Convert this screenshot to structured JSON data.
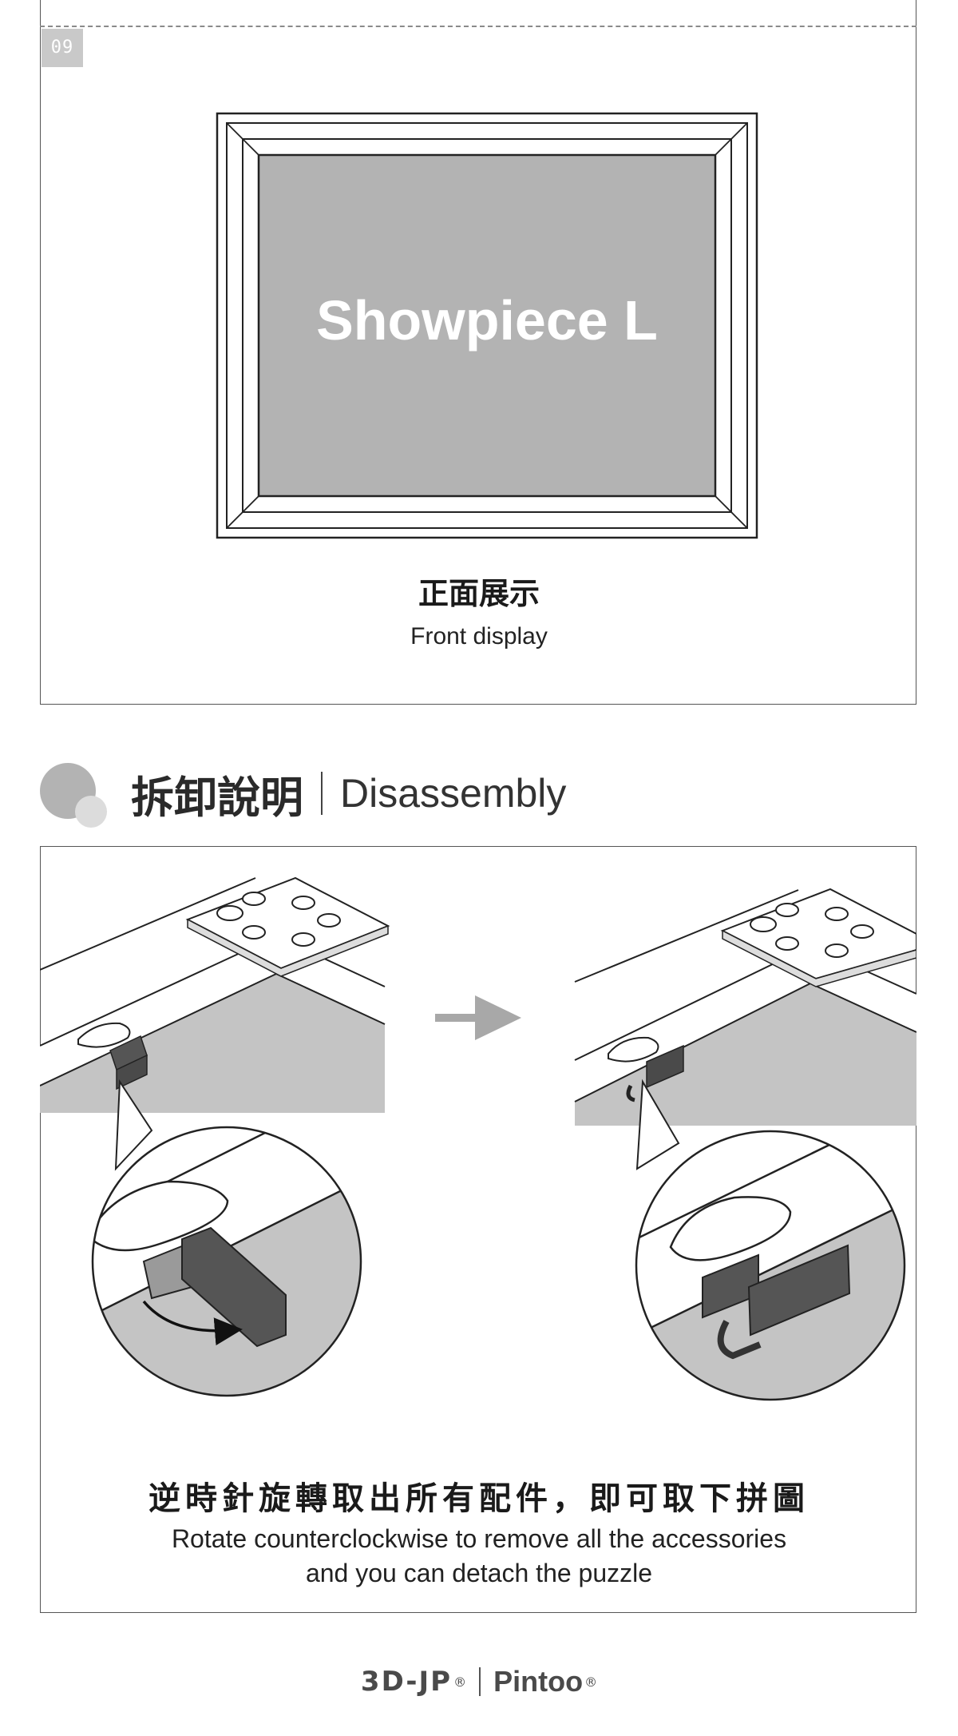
{
  "step": {
    "number": "09"
  },
  "frame": {
    "label": "Showpiece L"
  },
  "front_display": {
    "title_zh": "正面展示",
    "title_en": "Front display"
  },
  "section": {
    "title_zh": "拆卸說明",
    "title_en": "Disassembly"
  },
  "instruction": {
    "text_zh": "逆時針旋轉取出所有配件，即可取下拼圖",
    "text_en_line1": "Rotate counterclockwise to remove all the accessories",
    "text_en_line2": "and you can detach the puzzle"
  },
  "footer": {
    "brand1": "3D-JP",
    "brand2": "Pintoo",
    "registered": "®"
  }
}
